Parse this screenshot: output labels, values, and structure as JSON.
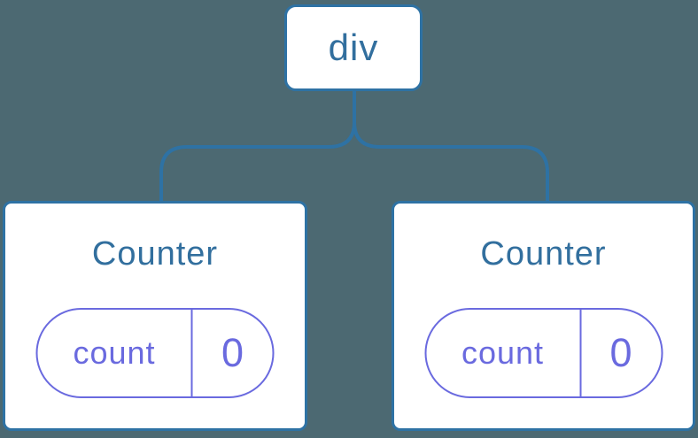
{
  "diagram": {
    "type": "component-tree",
    "root": {
      "label": "div"
    },
    "children": [
      {
        "name": "Counter",
        "state": {
          "key": "count",
          "value": "0"
        }
      },
      {
        "name": "Counter",
        "state": {
          "key": "count",
          "value": "0"
        }
      }
    ],
    "colors": {
      "background": "#4C6972",
      "line_blue": "#2E72A4",
      "label_blue": "#326F9E",
      "state_purple": "#6A6ADF",
      "node_fill": "#FFFFFF"
    }
  }
}
